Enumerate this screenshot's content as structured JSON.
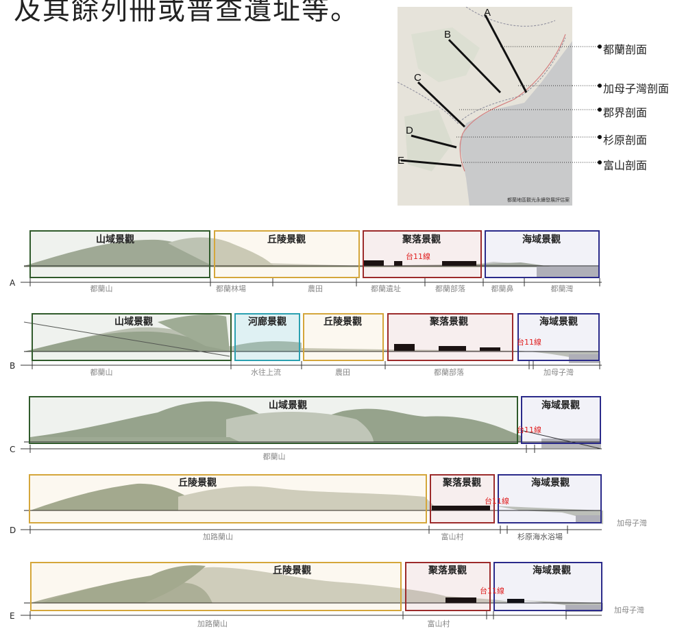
{
  "top_text": "及其餘列冊或普查遺址等。",
  "map": {
    "caption": "都蘭地區觀光永續發展評估案",
    "letters": [
      "A",
      "B",
      "C",
      "D",
      "E"
    ]
  },
  "callouts": [
    "都蘭剖面",
    "加母子灣剖面",
    "郡界剖面",
    "杉原剖面",
    "富山剖面"
  ],
  "profiles": {
    "A": {
      "letter": "A",
      "zones": [
        "山域景觀",
        "丘陵景觀",
        "聚落景觀",
        "海域景觀"
      ],
      "road": "台11線",
      "places": [
        "都蘭山",
        "都蘭林場",
        "農田",
        "都蘭遺址",
        "都蘭部落",
        "都蘭鼻",
        "都蘭灣"
      ]
    },
    "B": {
      "letter": "B",
      "zones": [
        "山域景觀",
        "河廊景觀",
        "丘陵景觀",
        "聚落景觀",
        "海域景觀"
      ],
      "road": "台11線",
      "places": [
        "都蘭山",
        "水往上流",
        "農田",
        "都蘭部落",
        "加母子灣"
      ]
    },
    "C": {
      "letter": "C",
      "zones": [
        "山域景觀",
        "海域景觀"
      ],
      "road": "台11線",
      "places": [
        "都蘭山"
      ]
    },
    "D": {
      "letter": "D",
      "zones": [
        "丘陵景觀",
        "聚落景觀",
        "海域景觀"
      ],
      "road": "台11線",
      "places": [
        "加路蘭山",
        "富山村",
        "杉原海水浴場",
        "加母子灣"
      ]
    },
    "E": {
      "letter": "E",
      "zones": [
        "丘陵景觀",
        "聚落景觀",
        "海域景觀"
      ],
      "road": "台11線",
      "places": [
        "加路蘭山",
        "富山村",
        "加母子灣"
      ]
    }
  },
  "colors": {
    "mountain": "#2f5a2a",
    "hill": "#d4a63a",
    "settlement": "#9c2a2a",
    "river": "#2aa0b0",
    "sea": "#2a2a8a",
    "road": "#e02020",
    "terrain_dark": "#9aa490",
    "terrain_light": "#cfcfc7"
  }
}
